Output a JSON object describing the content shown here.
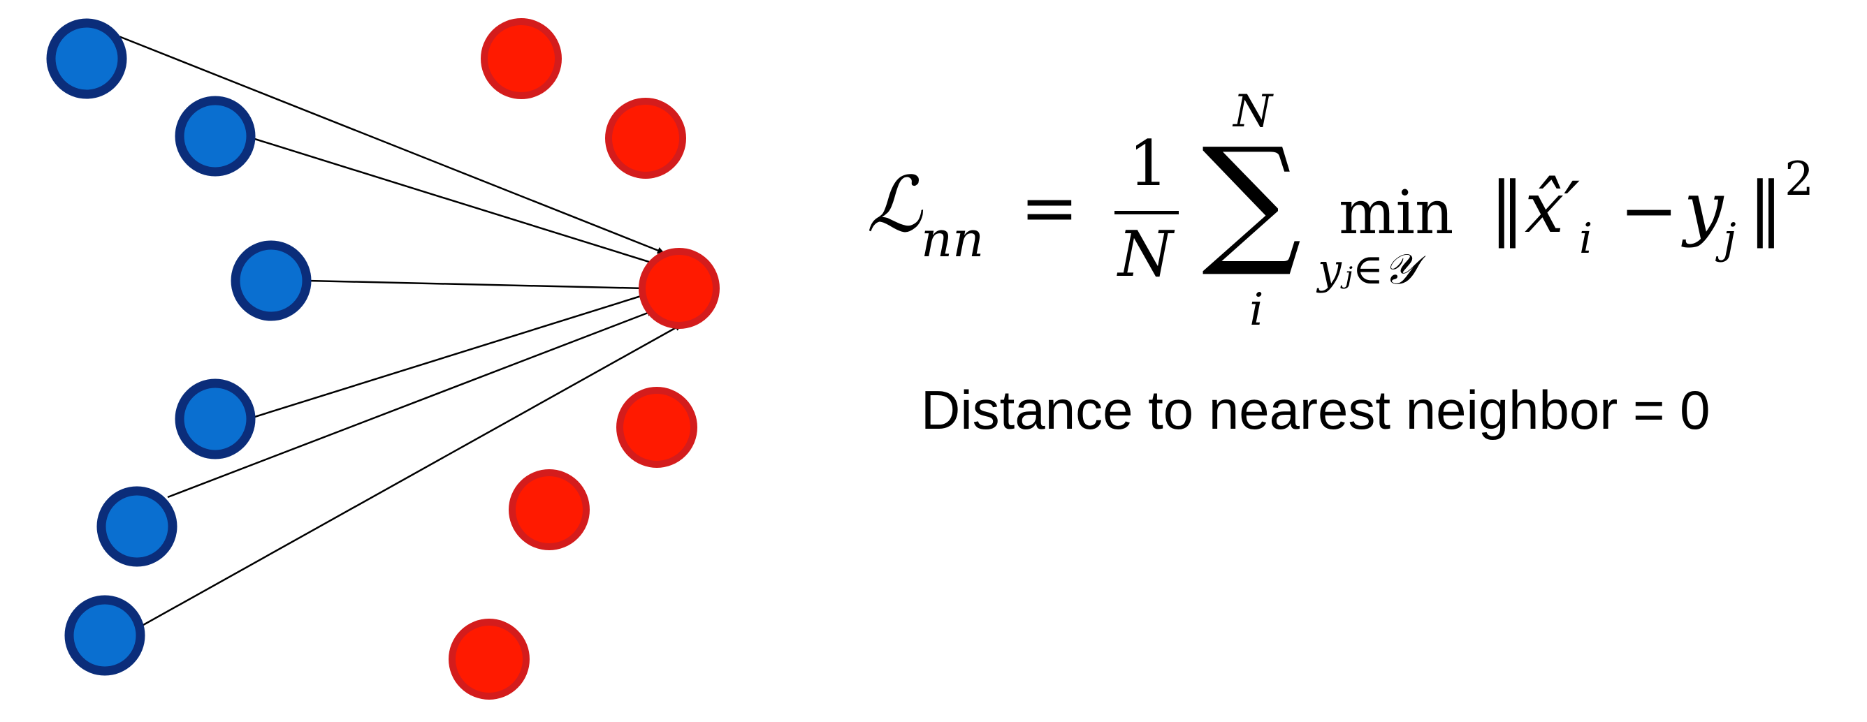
{
  "colors": {
    "source_fill": "#0a6fd0",
    "source_ring": "#0b2d7a",
    "target_fill": "#ff1a00",
    "target_ring": "#d41c1c",
    "arrow": "#000000"
  },
  "formula": {
    "lhs_symbol": "ℒ",
    "lhs_subscript": "nn",
    "equals": "=",
    "frac_numerator": "1",
    "frac_denominator": "N",
    "sum_symbol": "∑",
    "sum_upper": "N",
    "sum_lower": "i",
    "min_operator": "min",
    "min_subscript": "yⱼ∈𝒴",
    "norm_open": "‖",
    "x_hat_prime": "x̂′",
    "x_index": "i",
    "minus": "−",
    "y": "y",
    "y_index": "j",
    "norm_close": "‖",
    "exponent": "2"
  },
  "caption": "Distance to nearest neighbor = 0"
}
